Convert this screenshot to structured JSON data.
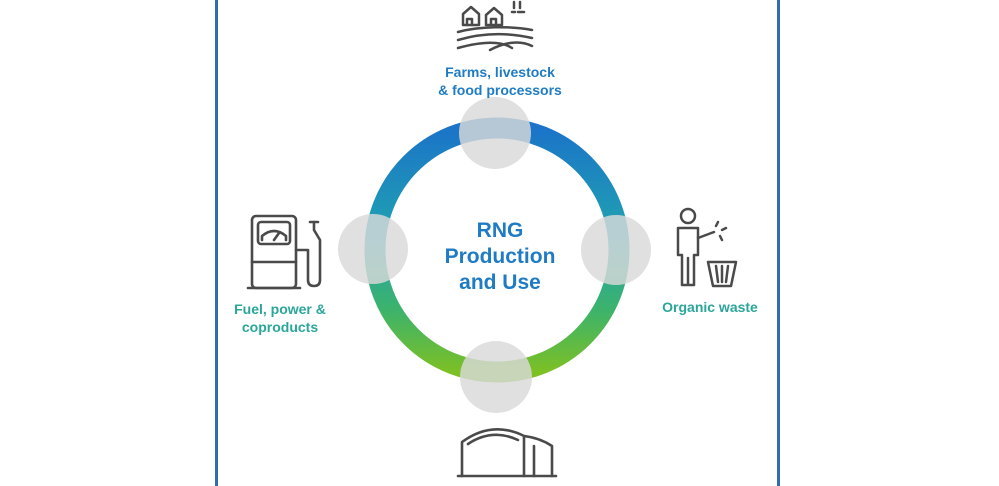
{
  "center": {
    "line1": "RNG",
    "line2": "Production",
    "line3": "and Use"
  },
  "nodes": {
    "farms": {
      "line1": "Farms, livestock",
      "line2": "& food processors",
      "icon": "farm-icon"
    },
    "waste": {
      "label": "Organic waste",
      "icon": "person-trash-icon"
    },
    "fuel": {
      "line1": "Fuel, power &",
      "line2": "coproducts",
      "icon": "fuel-pump-icon"
    },
    "digester": {
      "icon": "digester-building-icon"
    }
  },
  "colors": {
    "blue": "#1f7cc4",
    "teal": "#2aa69a",
    "green": "#6dbb2c",
    "frame": "#2e6db4",
    "icon": "#4a4a4a",
    "node": "#d9d9d9"
  }
}
